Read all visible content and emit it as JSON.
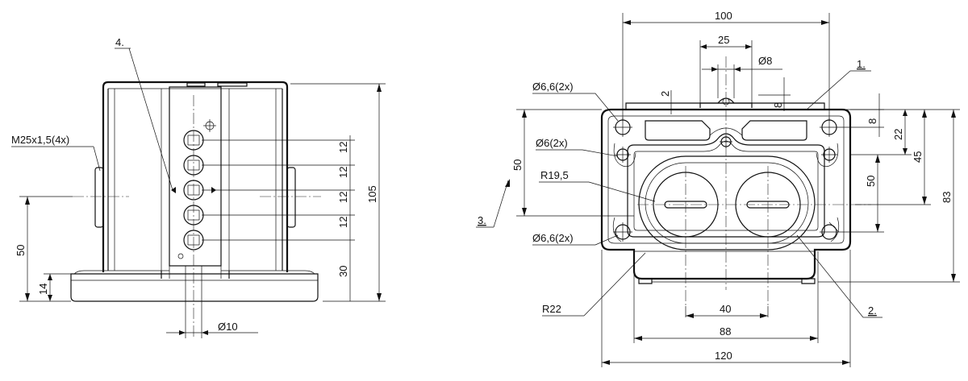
{
  "drawing": {
    "left_view": {
      "callout_thread": "M25x1,5(4x)",
      "callout_part": "4.",
      "dim_pitch": [
        "12",
        "12",
        "12",
        "12"
      ],
      "dim_height_total": "105",
      "dim_height_center": "50",
      "dim_base_thickness": "14",
      "dim_base_to_entry": "30",
      "dim_hole_diameter": "Ø10"
    },
    "right_view": {
      "dim_overall_width": "120",
      "dim_top_width": "100",
      "dim_inner_width": "88",
      "dim_center_spacing": "40",
      "dim_top_slot": "25",
      "dim_pin_diameter": "Ø8",
      "dim_pin_height": "8",
      "dim_gap": "2",
      "dim_right_8": "8",
      "dim_right_22": "22",
      "dim_right_45": "45",
      "dim_right_83": "83",
      "dim_inner_50": "50",
      "dim_left_50": "50",
      "hole_6_6_top": "Ø6,6(2x)",
      "hole_6": "Ø6(2x)",
      "radius_19_5": "R19,5",
      "hole_6_6_bottom": "Ø6,6(2x)",
      "radius_22": "R22",
      "callout_1": "1.",
      "callout_2": "2.",
      "callout_3": "3."
    }
  }
}
